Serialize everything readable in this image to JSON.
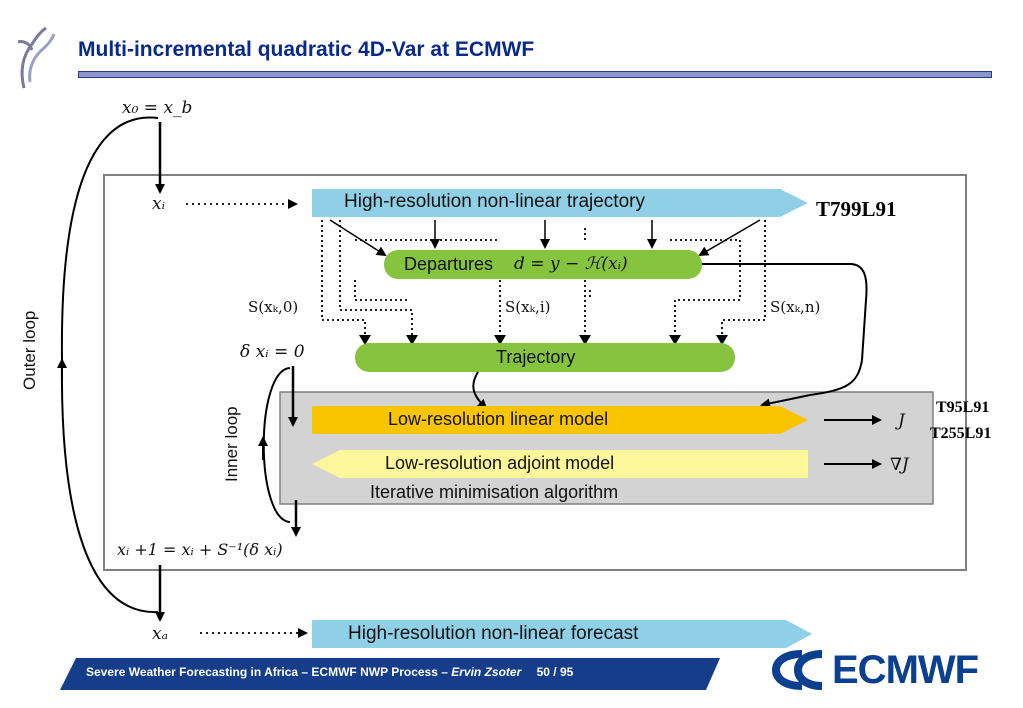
{
  "title": "Multi-incremental quadratic 4D-Var at ECMWF",
  "diagram": {
    "x0_eq": "x₀ = x_b",
    "xi": "xᵢ",
    "xa": "xₐ",
    "outer_loop": "Outer loop",
    "inner_loop": "Inner loop",
    "hires_trajectory": "High-resolution non-linear trajectory",
    "departures_text": "Departures",
    "departures_eq": "d = y − ℋ(xᵢ)",
    "s0": "S(xₖ,0)",
    "si": "S(xₖ,i)",
    "sn": "S(xₖ,n)",
    "trajectory": "Trajectory",
    "dxi0": "δ xᵢ = 0",
    "lowres_linear": "Low-resolution linear model",
    "lowres_adjoint": "Low-resolution adjoint model",
    "iterative": "Iterative minimisation algorithm",
    "update_eq": "xᵢ +1 = xᵢ + S⁻¹(δ xᵢ)",
    "J": "J",
    "gradJ": "∇J",
    "res_high": "T799L91",
    "res_low1": "T95L91",
    "res_low2": "T255L91",
    "hires_forecast": "High-resolution non-linear forecast"
  },
  "colors": {
    "title": "#0a2a8a",
    "light_blue": "#8fd0e6",
    "green": "#86c440",
    "gold": "#f9c400",
    "light_yellow": "#fbf79a",
    "inner_box": "#d3d3d3",
    "footer": "#153d8a"
  },
  "footer": {
    "text": "Severe Weather Forecasting in Africa – ECMWF NWP Process –",
    "author": "Ervin Zsoter",
    "page": "50 / 95"
  },
  "logo": {
    "text": "ECMWF"
  }
}
